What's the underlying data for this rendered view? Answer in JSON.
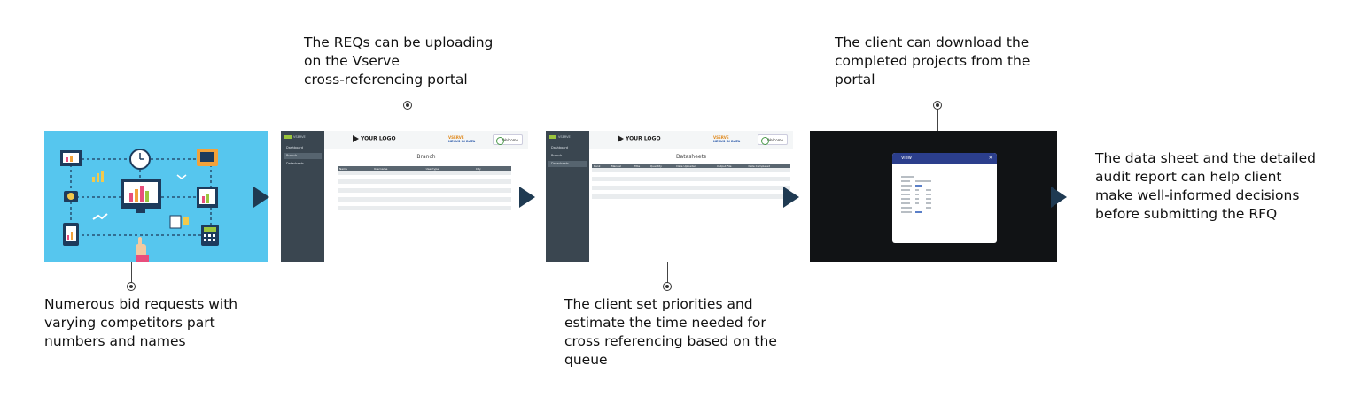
{
  "steps": [
    {
      "caption": "Numerous bid requests with\nvarying competitors part\nnumbers and names"
    },
    {
      "caption": "The REQs can be uploading\non the Vserve\ncross-referencing portal"
    },
    {
      "caption": "The client set priorities and\nestimate the time needed for\ncross referencing based on the\nqueue"
    },
    {
      "caption": "The client can download the\ncompleted projects from the\nportal"
    },
    {
      "caption": "The data sheet and the detailed\naudit report can help client\nmake well-informed decisions\nbefore submitting the RFQ"
    }
  ],
  "portal": {
    "brand": "VSERVE",
    "nav": [
      "Dashboard",
      "Branch",
      "Datasheets"
    ],
    "logo": "YOUR LOGO",
    "partner": "VSERVE",
    "partner_sub": "NEXUS IN DATA",
    "user": "Welcome",
    "branch_title": "Branch",
    "branch_headers": [
      "Name",
      "Username",
      "User type",
      "City",
      ""
    ],
    "datasheets_title": "Datasheets",
    "datasheets_headers": [
      "Rank",
      "Manual",
      "Title",
      "Quantity",
      "Date Uploaded",
      "Output File",
      "Date Completed"
    ],
    "view_title": "View"
  },
  "colors": {
    "arrow": "#1f3a52",
    "sky": "#56c6ee",
    "sidebar": "#3a4650",
    "header_row": "#5a6670",
    "modal_header": "#2b3e8c"
  }
}
